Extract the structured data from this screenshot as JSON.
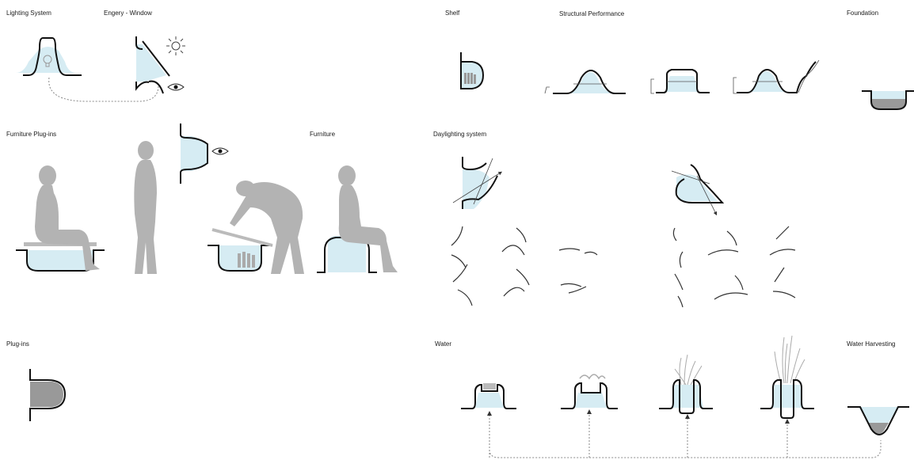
{
  "labels": {
    "lighting_system": "Lighting System",
    "energy_window": "Engery - Window",
    "shelf": "Shelf",
    "structural_performance": "Structural Performance",
    "foundation": "Foundation",
    "furniture_plugins": "Furniture Plug-ins",
    "furniture": "Furniture",
    "daylighting_system": "Daylighting system",
    "plugins": "Plug-ins",
    "water": "Water",
    "water_harvesting": "Water Harvesting"
  },
  "colors": {
    "water_fill": "#d6ecf3",
    "stroke": "#111111",
    "figure_gray": "#b3b3b3",
    "soil_gray": "#999999",
    "dash": "#888888"
  },
  "icons": [
    "sun-icon",
    "eye-icon",
    "light-bulb-icon",
    "arrow-icon"
  ]
}
